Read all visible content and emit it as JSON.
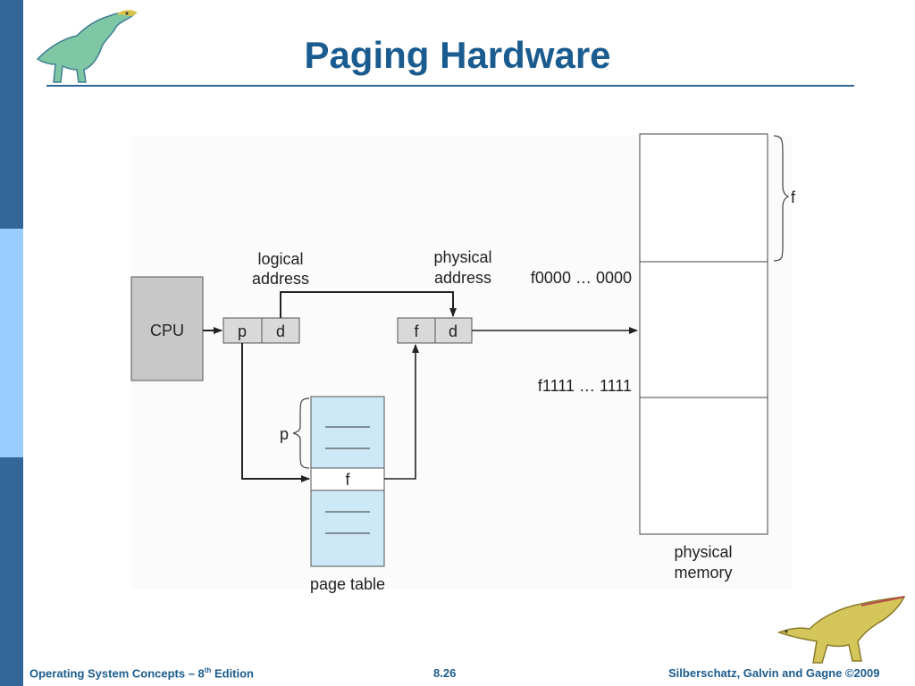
{
  "slide": {
    "title": "Paging Hardware",
    "footer": {
      "book_prefix": "Operating System Concepts – 8",
      "book_sup": "th",
      "book_suffix": " Edition",
      "page": "8.26",
      "copyright": "Silberschatz, Galvin and Gagne ©2009"
    }
  },
  "diagram": {
    "cpu_label": "CPU",
    "logical_address_label": [
      "logical",
      "address"
    ],
    "physical_address_label": [
      "physical",
      "address"
    ],
    "logical_fields": [
      "p",
      "d"
    ],
    "physical_fields": [
      "f",
      "d"
    ],
    "page_table_index_label": "p",
    "page_table_entry": "f",
    "page_table_label": "page table",
    "frame_brace_label": "f",
    "frame_start_address": "f0000 … 0000",
    "frame_end_address": "f1111 … 1111",
    "physical_memory_label": [
      "physical",
      "memory"
    ]
  },
  "colors": {
    "title": "#1a5c8f",
    "sidebar_dark": "#336699",
    "sidebar_light": "#99ccff",
    "cpu_fill": "#c8c8c8",
    "register_fill": "#d9d9d9",
    "page_table_fill": "#cde9f7"
  },
  "icons": [
    "dinosaur-logo-icon",
    "dinosaur-logo-icon"
  ]
}
